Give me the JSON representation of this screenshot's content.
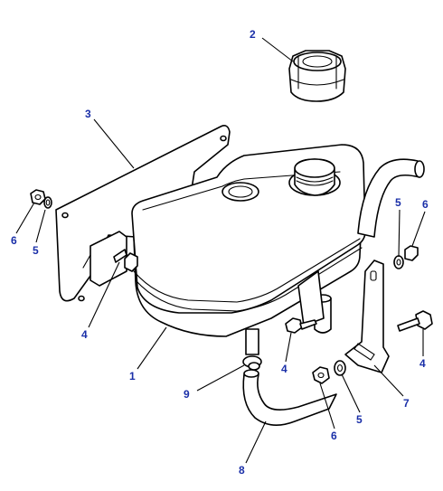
{
  "callouts": [
    {
      "id": "label-1",
      "text": "1"
    },
    {
      "id": "label-2",
      "text": "2"
    },
    {
      "id": "label-3",
      "text": "3"
    },
    {
      "id": "label-4a",
      "text": "4"
    },
    {
      "id": "label-4b",
      "text": "4"
    },
    {
      "id": "label-4c",
      "text": "4"
    },
    {
      "id": "label-5a",
      "text": "5"
    },
    {
      "id": "label-5b",
      "text": "5"
    },
    {
      "id": "label-5c",
      "text": "5"
    },
    {
      "id": "label-6a",
      "text": "6"
    },
    {
      "id": "label-6b",
      "text": "6"
    },
    {
      "id": "label-6c",
      "text": "6"
    },
    {
      "id": "label-7",
      "text": "7"
    },
    {
      "id": "label-8",
      "text": "8"
    },
    {
      "id": "label-9",
      "text": "9"
    }
  ],
  "colors": {
    "callout_text": "#1a2fa8",
    "line": "#000000",
    "background": "#ffffff"
  }
}
